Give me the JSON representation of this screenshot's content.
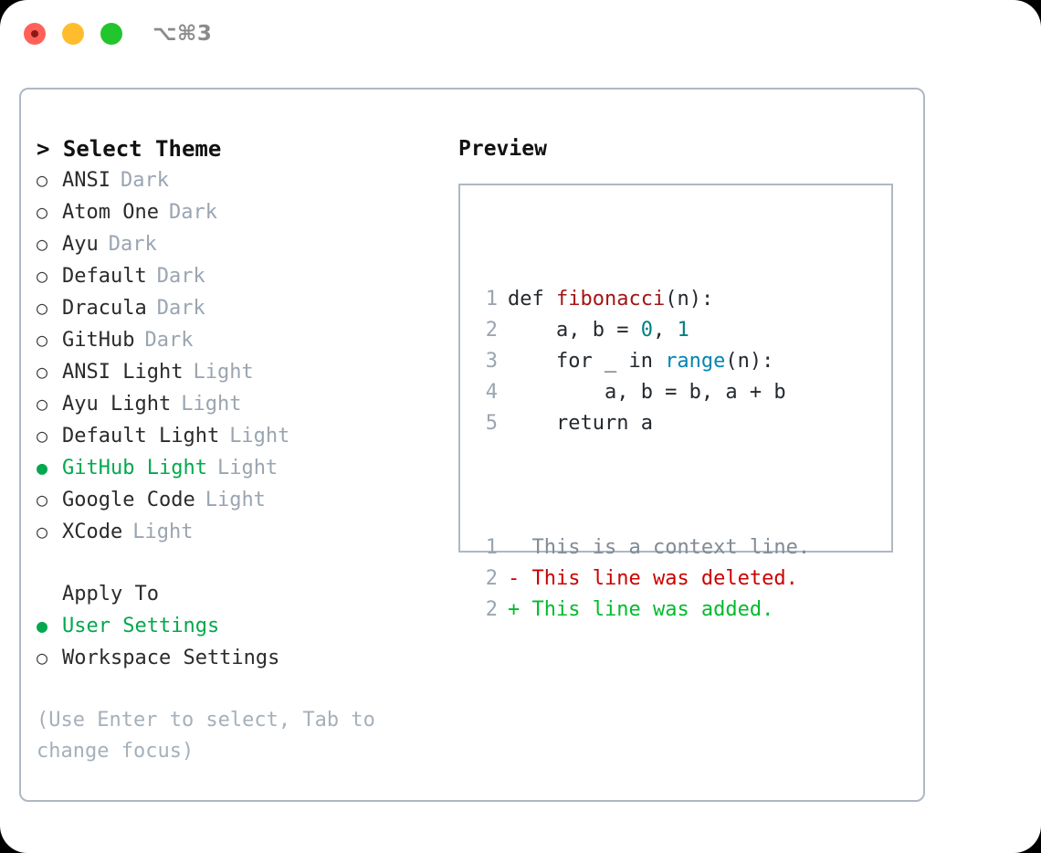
{
  "titlebar": {
    "shortcut": "⌥⌘3",
    "lights": [
      "close",
      "minimize",
      "maximize"
    ]
  },
  "theme_picker": {
    "heading": "> Select Theme",
    "marker_selected": "●",
    "marker_unselected": "○",
    "items": [
      {
        "label": "ANSI",
        "badge": "Dark",
        "selected": false
      },
      {
        "label": "Atom One",
        "badge": "Dark",
        "selected": false
      },
      {
        "label": "Ayu",
        "badge": "Dark",
        "selected": false
      },
      {
        "label": "Default",
        "badge": "Dark",
        "selected": false
      },
      {
        "label": "Dracula",
        "badge": "Dark",
        "selected": false
      },
      {
        "label": "GitHub",
        "badge": "Dark",
        "selected": false
      },
      {
        "label": "ANSI Light",
        "badge": "Light",
        "selected": false
      },
      {
        "label": "Ayu Light",
        "badge": "Light",
        "selected": false
      },
      {
        "label": "Default Light",
        "badge": "Light",
        "selected": false
      },
      {
        "label": "GitHub Light",
        "badge": "Light",
        "selected": true
      },
      {
        "label": "Google Code",
        "badge": "Light",
        "selected": false
      },
      {
        "label": "XCode",
        "badge": "Light",
        "selected": false
      }
    ]
  },
  "apply_to": {
    "title": "Apply To",
    "items": [
      {
        "label": "User Settings",
        "selected": true
      },
      {
        "label": "Workspace Settings",
        "selected": false
      }
    ]
  },
  "hint": "(Use Enter to select, Tab to change focus)",
  "preview": {
    "title": "Preview",
    "code_lines": [
      {
        "number": "1",
        "tokens": [
          {
            "text": "def ",
            "type": "plain"
          },
          {
            "text": "fibonacci",
            "type": "fn"
          },
          {
            "text": "(n):",
            "type": "plain"
          }
        ]
      },
      {
        "number": "2",
        "tokens": [
          {
            "text": "    a, b = ",
            "type": "plain"
          },
          {
            "text": "0",
            "type": "num"
          },
          {
            "text": ", ",
            "type": "plain"
          },
          {
            "text": "1",
            "type": "num"
          }
        ]
      },
      {
        "number": "3",
        "tokens": [
          {
            "text": "    for _ in ",
            "type": "plain"
          },
          {
            "text": "range",
            "type": "builtin"
          },
          {
            "text": "(n):",
            "type": "plain"
          }
        ]
      },
      {
        "number": "4",
        "tokens": [
          {
            "text": "        a, b = b, a + b",
            "type": "plain"
          }
        ]
      },
      {
        "number": "5",
        "tokens": [
          {
            "text": "    return a",
            "type": "plain"
          }
        ]
      }
    ],
    "diff_lines": [
      {
        "number": "1",
        "sign": "  ",
        "text": "This is a context line.",
        "kind": "ctx"
      },
      {
        "number": "2",
        "sign": "- ",
        "text": "This line was deleted.",
        "kind": "del"
      },
      {
        "number": "2",
        "sign": "+ ",
        "text": "This line was added.",
        "kind": "add"
      }
    ]
  },
  "colors": {
    "accent_green": "#03a84e",
    "badge_gray": "#9aa5b1",
    "border": "#aeb8c2",
    "diff_add": "#00bb2d",
    "diff_del": "#cc0000",
    "diff_ctx": "#808b96",
    "syntax_fn": "#a31515",
    "syntax_num": "#008080",
    "syntax_builtin": "#0086b3"
  }
}
